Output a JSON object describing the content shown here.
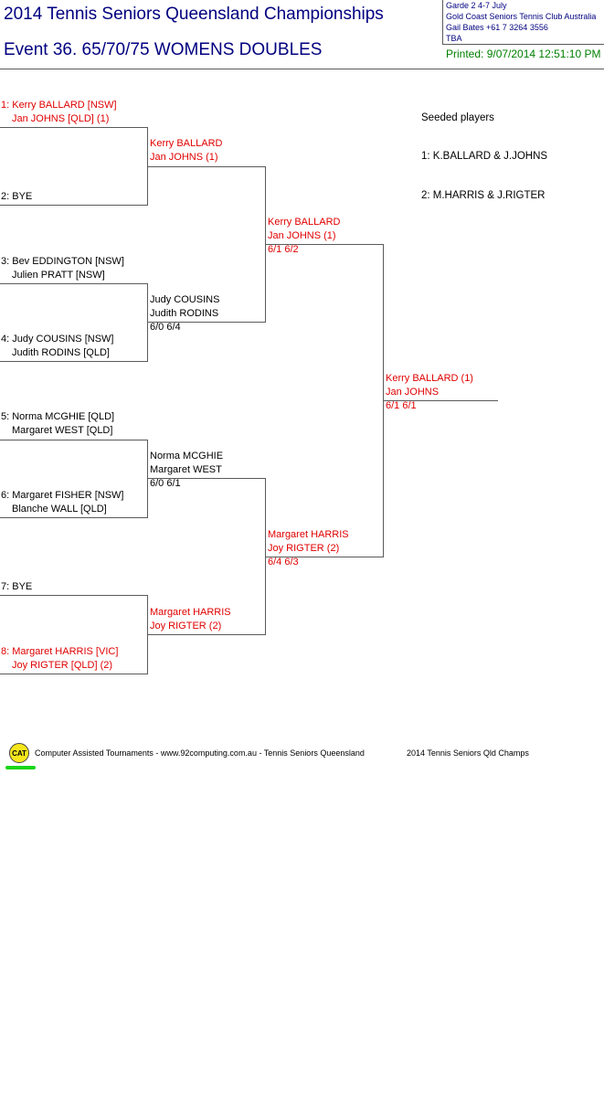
{
  "header": {
    "title": "2014 Tennis Seniors Queensland Championships",
    "event": "Event 36. 65/70/75  WOMENS DOUBLES",
    "info_lines": [
      "Garde 2    4-7 July",
      "Gold Coast Seniors Tennis Club    Australia",
      "Gail Bates    +61 7 3264 3556",
      "TBA"
    ],
    "printed": "Printed: 9/07/2014 12:51:10 PM"
  },
  "round1": [
    {
      "l1": "1: Kerry BALLARD [NSW]",
      "l2": "    Jan JOHNS [QLD] (1)",
      "red": true
    },
    {
      "l1": "2: BYE",
      "l2": "",
      "red": false
    },
    {
      "l1": "3: Bev EDDINGTON [NSW]",
      "l2": "    Julien PRATT [NSW]",
      "red": false
    },
    {
      "l1": "4: Judy COUSINS [NSW]",
      "l2": "    Judith RODINS [QLD]",
      "red": false
    },
    {
      "l1": "5: Norma MCGHIE [QLD]",
      "l2": "    Margaret WEST [QLD]",
      "red": false
    },
    {
      "l1": "6: Margaret FISHER [NSW]",
      "l2": "    Blanche WALL [QLD]",
      "red": false
    },
    {
      "l1": "7: BYE",
      "l2": "",
      "red": false
    },
    {
      "l1": "8: Margaret HARRIS [VIC]",
      "l2": "    Joy RIGTER [QLD] (2)",
      "red": true
    }
  ],
  "round2": [
    {
      "l1": "Kerry BALLARD",
      "l2": "Jan JOHNS (1)",
      "score": "",
      "red": true
    },
    {
      "l1": "Judy COUSINS",
      "l2": "Judith RODINS",
      "score": "6/0 6/4",
      "red": false
    },
    {
      "l1": "Norma MCGHIE",
      "l2": "Margaret WEST",
      "score": "6/0 6/1",
      "red": false
    },
    {
      "l1": "Margaret HARRIS",
      "l2": "Joy RIGTER (2)",
      "score": "",
      "red": true
    }
  ],
  "semis": [
    {
      "l1": "Kerry BALLARD",
      "l2": "Jan JOHNS (1)",
      "score": "6/1 6/2",
      "red": true
    },
    {
      "l1": "Margaret HARRIS",
      "l2": "Joy RIGTER (2)",
      "score": "6/4 6/3",
      "red": true
    }
  ],
  "final": {
    "l1": "Kerry BALLARD (1)",
    "l2": "Jan JOHNS",
    "score": "6/1 6/1",
    "red": true
  },
  "seeds": {
    "heading": "Seeded players",
    "items": [
      "1: K.BALLARD & J.JOHNS",
      "2: M.HARRIS & J.RIGTER"
    ]
  },
  "footer": {
    "logo": "CAT",
    "credit": "Computer Assisted Tournaments - www.92computing.com.au -  Tennis Seniors Queensland",
    "tournament": "2014 Tennis Seniors Qld Champs"
  }
}
